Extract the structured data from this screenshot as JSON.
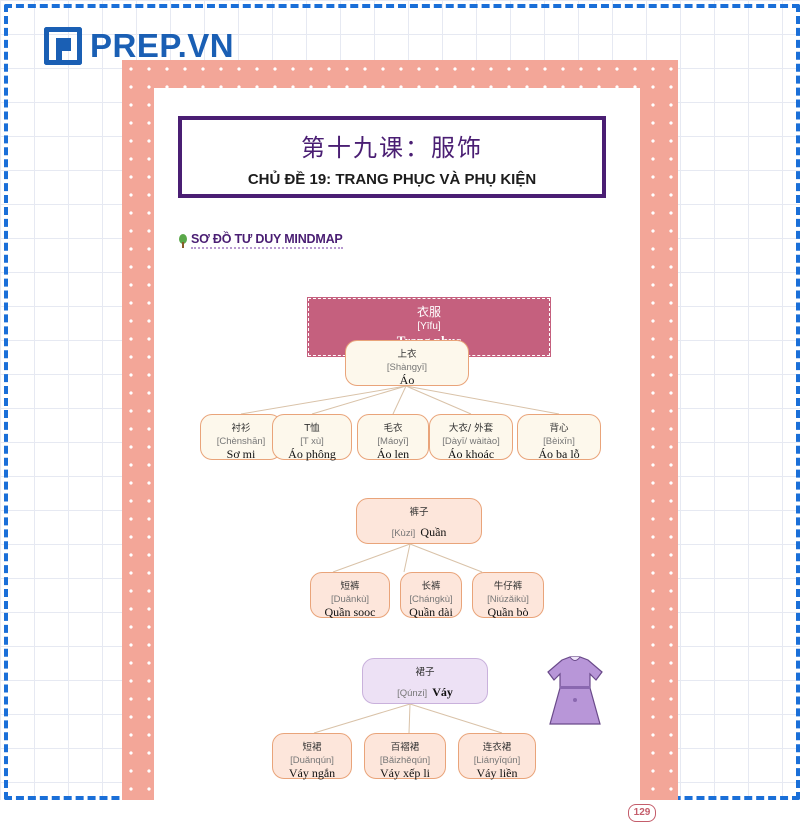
{
  "brand": {
    "name": "PREP.VN",
    "color": "#1a5fb4"
  },
  "title": {
    "chinese": "第十九课：服饰",
    "vietnamese": "CHỦ ĐỀ 19: TRANG PHỤC VÀ PHỤ KIỆN"
  },
  "section": {
    "label": "SƠ ĐỒ TƯ DUY MINDMAP",
    "icon": "tree-icon"
  },
  "root": {
    "cn": "衣服",
    "py": "[Yīfu]",
    "vn": "Trang phục"
  },
  "tops": {
    "parent": {
      "cn": "上衣",
      "py": "[Shàngyī]",
      "vn": "Áo"
    },
    "children": [
      {
        "cn": "衬衫",
        "py": "[Chènshān]",
        "vn": "Sơ mi"
      },
      {
        "cn": "T恤",
        "py": "[T xù]",
        "vn": "Áo phông"
      },
      {
        "cn": "毛衣",
        "py": "[Máoyī]",
        "vn": "Áo len"
      },
      {
        "cn": "大衣/ 外套",
        "py": "[Dàyī/ wàitào]",
        "vn": "Áo khoác"
      },
      {
        "cn": "背心",
        "py": "[Bèixīn]",
        "vn": "Áo ba lỗ"
      }
    ]
  },
  "pants": {
    "parent": {
      "cn": "裤子",
      "py": "[Kùzi]",
      "vn": "Quần"
    },
    "children": [
      {
        "cn": "短裤",
        "py": "[Duǎnkù]",
        "vn": "Quần sooc"
      },
      {
        "cn": "长裤",
        "py": "[Chángkù]",
        "vn": "Quần dài"
      },
      {
        "cn": "牛仔裤",
        "py": "[Niúzǎikù]",
        "vn": "Quần bò"
      }
    ]
  },
  "skirts": {
    "parent": {
      "cn": "裙子",
      "py": "[Qúnzi]",
      "vn": "Váy"
    },
    "children": [
      {
        "cn": "短裙",
        "py": "[Duǎnqún]",
        "vn": "Váy ngắn"
      },
      {
        "cn": "百褶裙",
        "py": "[Bǎizhěqún]",
        "vn": "Váy xếp li"
      },
      {
        "cn": "连衣裙",
        "py": "[Liányīqún]",
        "vn": "Váy liền"
      }
    ]
  },
  "page_number": "129",
  "colors": {
    "page_border": "#f3a698",
    "title_border": "#4a1e73",
    "root_fill": "#c5607e",
    "node_border": "#e9a47a",
    "lilac": "#ede1f5"
  }
}
